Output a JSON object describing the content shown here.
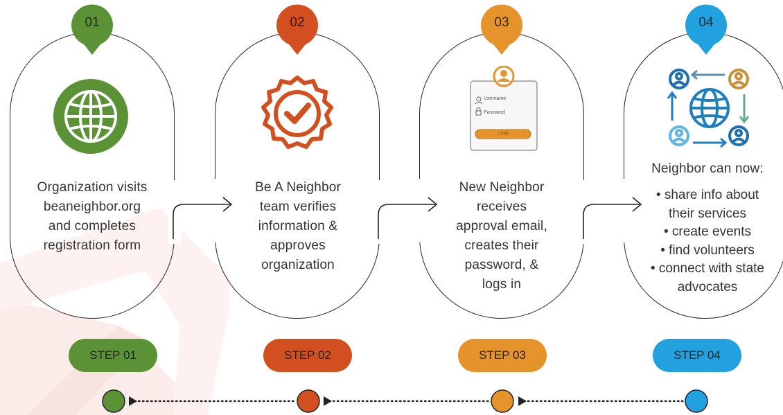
{
  "colors": {
    "green": "#5b9236",
    "red": "#d2501f",
    "orange": "#e5932b",
    "blue": "#21a1dd",
    "outline": "#222222",
    "watermark": "#f7e2de"
  },
  "steps": [
    {
      "badge": "01",
      "icon": "globe-icon",
      "description": [
        "Organization visits",
        "beaneighbor.org",
        "and completes",
        "registration form"
      ],
      "step_label": "STEP 01"
    },
    {
      "badge": "02",
      "icon": "verified-badge-icon",
      "description": [
        "Be A Neighbor",
        "team verifies",
        "information &",
        "approves",
        "organization"
      ],
      "step_label": "STEP 02"
    },
    {
      "badge": "03",
      "icon": "login-form-icon",
      "login_form": {
        "username": "Username",
        "password": "Password",
        "button": "LOGIN"
      },
      "description": [
        "New Neighbor",
        "receives",
        "approval email,",
        "creates their",
        "password, &",
        "logs in"
      ],
      "step_label": "STEP 03"
    },
    {
      "badge": "04",
      "icon": "network-globe-icon",
      "heading": "Neighbor can now:",
      "bullets": [
        "• share info about",
        "their services",
        "• create events",
        "• find volunteers",
        "• connect with state",
        "advocates"
      ],
      "step_label": "STEP 04"
    }
  ]
}
